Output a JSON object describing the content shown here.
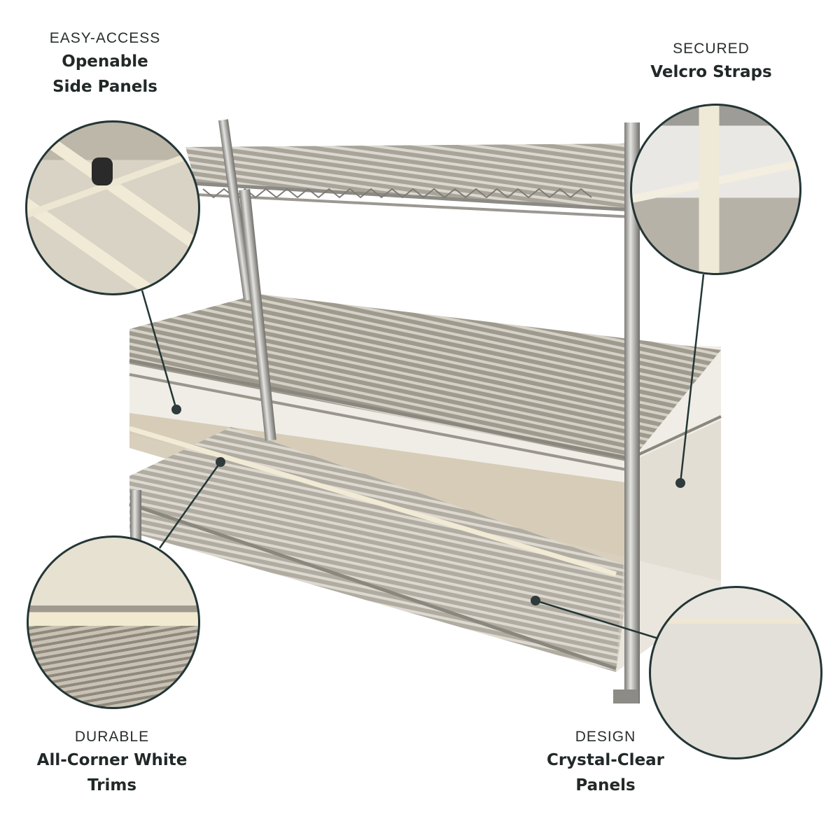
{
  "features": [
    {
      "id": "easy-access",
      "kicker": "EASY-ACCESS",
      "title_lines": [
        "Openable",
        "Side Panels"
      ]
    },
    {
      "id": "secured",
      "kicker": "SECURED",
      "title_lines": [
        "Velcro Straps"
      ]
    },
    {
      "id": "durable",
      "kicker": "DURABLE",
      "title_lines": [
        "All-Corner White",
        "Trims"
      ]
    },
    {
      "id": "design",
      "kicker": "DESIGN",
      "title_lines": [
        "Crystal-Clear",
        "Panels"
      ]
    }
  ],
  "colors": {
    "callout_line": "#243636",
    "text": "#222828",
    "chrome": "#b9b6ae",
    "panel": "#ece9e0",
    "trim": "#f2ead4",
    "floor": "#c7bca8"
  }
}
